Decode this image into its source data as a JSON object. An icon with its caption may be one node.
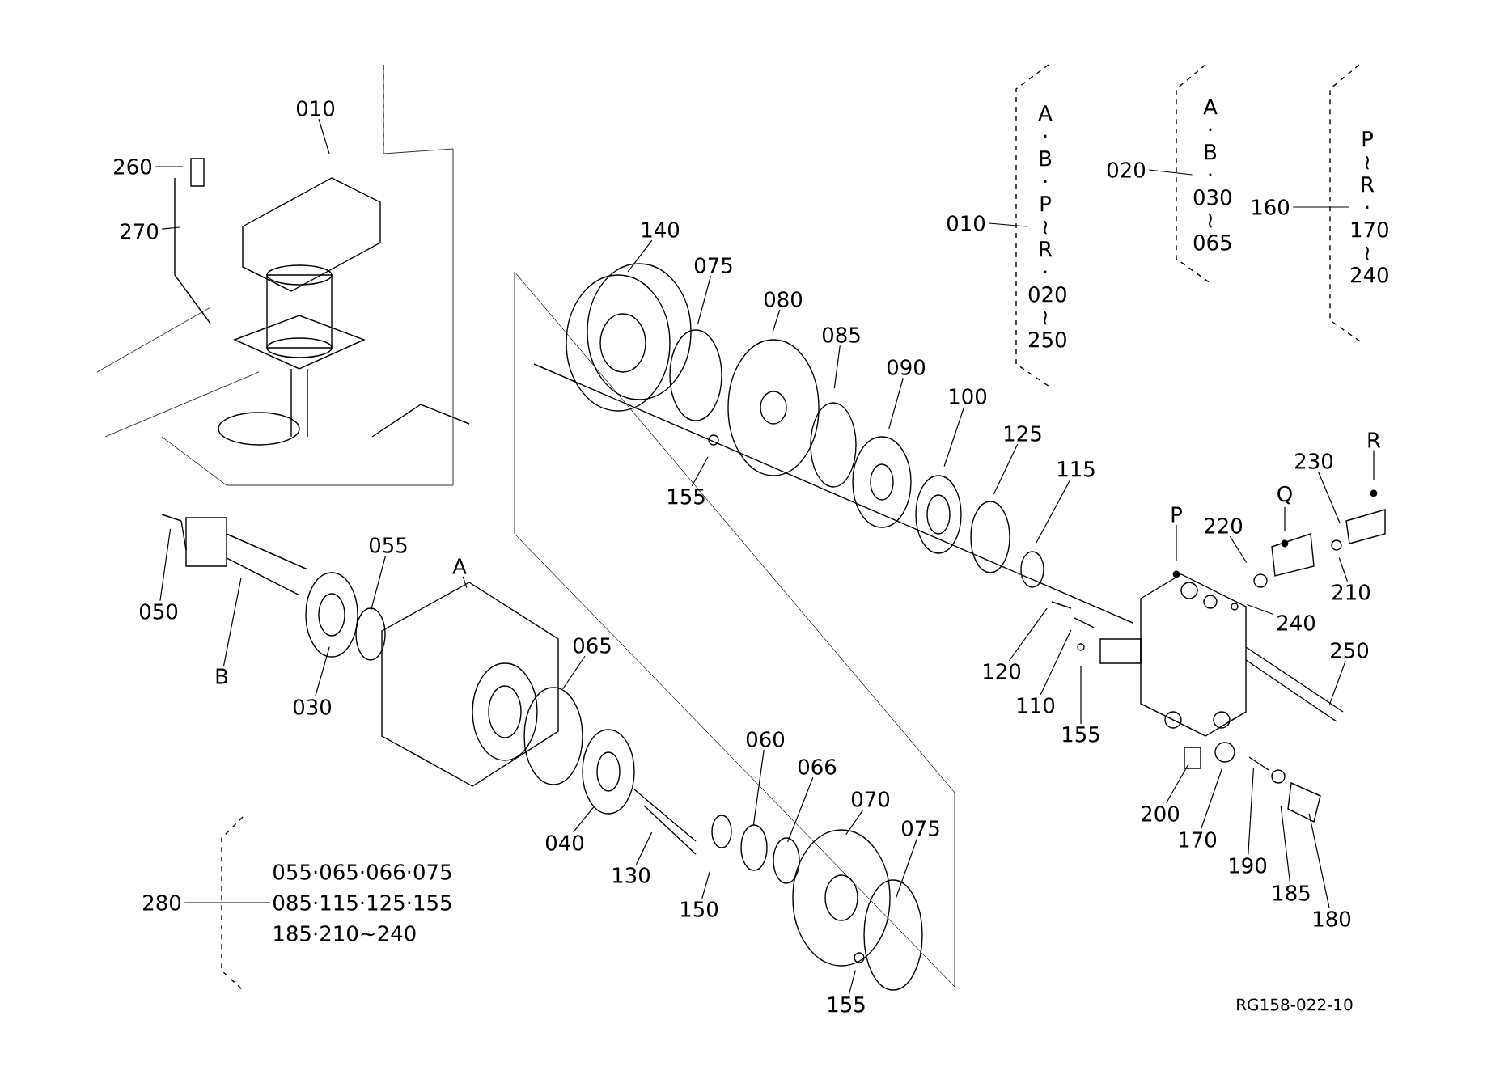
{
  "diagram": {
    "nodes": [
      {
        "text": [
          "010"
        ]
      },
      {
        "text": [
          "260"
        ]
      },
      {
        "text": [
          "270"
        ]
      },
      {
        "text": [
          "140"
        ]
      },
      {
        "text": [
          "075"
        ]
      },
      {
        "text": [
          "080"
        ]
      },
      {
        "text": [
          "085"
        ]
      },
      {
        "text": [
          "090"
        ]
      },
      {
        "text": [
          "100"
        ]
      },
      {
        "text": [
          "125"
        ]
      },
      {
        "text": [
          "115"
        ]
      },
      {
        "text": [
          "155"
        ]
      },
      {
        "text": [
          "010"
        ]
      },
      {
        "text": [
          "A · B · P ≀ R · 020 ≀ 250"
        ]
      },
      {
        "text": [
          "020"
        ]
      },
      {
        "text": [
          "A · B · 030 ≀ 065"
        ]
      },
      {
        "text": [
          "160"
        ]
      },
      {
        "text": [
          "P ≀ R · 170 ≀ 240"
        ]
      },
      {
        "text": [
          "050"
        ]
      },
      {
        "text": [
          "B"
        ]
      },
      {
        "text": [
          "030"
        ]
      },
      {
        "text": [
          "055"
        ]
      },
      {
        "text": [
          "A"
        ]
      },
      {
        "text": [
          "065"
        ]
      },
      {
        "text": [
          "P"
        ]
      },
      {
        "text": [
          "220"
        ]
      },
      {
        "text": [
          "Q"
        ]
      },
      {
        "text": [
          "230"
        ]
      },
      {
        "text": [
          "R"
        ]
      },
      {
        "text": [
          "210"
        ]
      },
      {
        "text": [
          "240"
        ]
      },
      {
        "text": [
          "250"
        ]
      },
      {
        "text": [
          "120"
        ]
      },
      {
        "text": [
          "110"
        ]
      },
      {
        "text": [
          "155"
        ]
      },
      {
        "text": [
          "040"
        ]
      },
      {
        "text": [
          "130"
        ]
      },
      {
        "text": [
          "150"
        ]
      },
      {
        "text": [
          "060"
        ]
      },
      {
        "text": [
          "066"
        ]
      },
      {
        "text": [
          "070"
        ]
      },
      {
        "text": [
          "075"
        ]
      },
      {
        "text": [
          "155"
        ]
      },
      {
        "text": [
          "200"
        ]
      },
      {
        "text": [
          "170"
        ]
      },
      {
        "text": [
          "190"
        ]
      },
      {
        "text": [
          "185"
        ]
      },
      {
        "text": [
          "180"
        ]
      },
      {
        "text": [
          "280"
        ]
      },
      {
        "text": [
          "055·065·066·075",
          "085·115·125·155",
          "185·210∼240"
        ]
      }
    ],
    "edges": [
      {
        "from": 0,
        "to": null,
        "arrow": "none"
      },
      {
        "from": 1,
        "to": null,
        "arrow": "none"
      },
      {
        "from": 2,
        "to": null,
        "arrow": "none"
      },
      {
        "from": 3,
        "to": null,
        "arrow": "none"
      },
      {
        "from": 4,
        "to": null,
        "arrow": "none"
      },
      {
        "from": 5,
        "to": null,
        "arrow": "none"
      },
      {
        "from": 6,
        "to": null,
        "arrow": "none"
      },
      {
        "from": 7,
        "to": null,
        "arrow": "none"
      },
      {
        "from": 8,
        "to": null,
        "arrow": "none"
      },
      {
        "from": 9,
        "to": null,
        "arrow": "none"
      },
      {
        "from": 10,
        "to": null,
        "arrow": "none"
      },
      {
        "from": 11,
        "to": null,
        "arrow": "none"
      },
      {
        "from": 12,
        "to": 13,
        "arrow": "none"
      },
      {
        "from": 14,
        "to": 15,
        "arrow": "none"
      },
      {
        "from": 16,
        "to": 17,
        "arrow": "none"
      },
      {
        "from": 18,
        "to": null,
        "arrow": "none"
      },
      {
        "from": 19,
        "to": null,
        "arrow": "none"
      },
      {
        "from": 20,
        "to": null,
        "arrow": "none"
      },
      {
        "from": 21,
        "to": null,
        "arrow": "none"
      },
      {
        "from": 22,
        "to": null,
        "arrow": "none"
      },
      {
        "from": 23,
        "to": null,
        "arrow": "none"
      },
      {
        "from": 24,
        "to": null,
        "arrow": "none"
      },
      {
        "from": 25,
        "to": null,
        "arrow": "none"
      },
      {
        "from": 26,
        "to": null,
        "arrow": "none"
      },
      {
        "from": 27,
        "to": null,
        "arrow": "none"
      },
      {
        "from": 28,
        "to": null,
        "arrow": "none"
      },
      {
        "from": 29,
        "to": null,
        "arrow": "none"
      },
      {
        "from": 30,
        "to": null,
        "arrow": "none"
      },
      {
        "from": 31,
        "to": null,
        "arrow": "none"
      },
      {
        "from": 32,
        "to": null,
        "arrow": "none"
      },
      {
        "from": 33,
        "to": null,
        "arrow": "none"
      },
      {
        "from": 34,
        "to": null,
        "arrow": "none"
      },
      {
        "from": 35,
        "to": null,
        "arrow": "none"
      },
      {
        "from": 36,
        "to": null,
        "arrow": "none"
      },
      {
        "from": 37,
        "to": null,
        "arrow": "none"
      },
      {
        "from": 38,
        "to": null,
        "arrow": "none"
      },
      {
        "from": 39,
        "to": null,
        "arrow": "none"
      },
      {
        "from": 40,
        "to": null,
        "arrow": "none"
      },
      {
        "from": 41,
        "to": null,
        "arrow": "none"
      },
      {
        "from": 42,
        "to": null,
        "arrow": "none"
      },
      {
        "from": 43,
        "to": null,
        "arrow": "none"
      },
      {
        "from": 44,
        "to": null,
        "arrow": "none"
      },
      {
        "from": 45,
        "to": null,
        "arrow": "none"
      },
      {
        "from": 46,
        "to": null,
        "arrow": "none"
      },
      {
        "from": 47,
        "to": null,
        "arrow": "none"
      },
      {
        "from": 48,
        "to": 49,
        "arrow": "none"
      }
    ],
    "labels": [
      "RG158-022-10"
    ]
  }
}
